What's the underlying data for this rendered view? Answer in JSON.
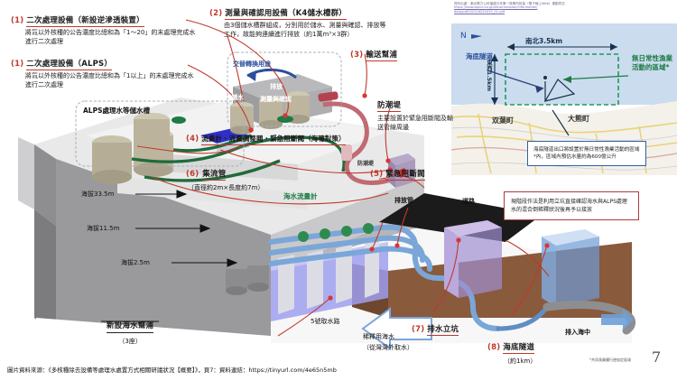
{
  "slide": {
    "page_number": "7",
    "footer": "圖片資料來源：《多核種除去設備等處理水處置方式相關研議狀況【概要】》，頁7：資料連結：https://tinyurl.com/4e65n5mb",
    "source_note_line1": "資料出處：東京電力公司福建日本第一核電所批量（電子線上Web）連動同志",
    "source_note_line2": "https://www.tepco.co.jp/decommission/information/",
    "source_note_line3": "data/pdf/2022/d220419_01.pdf"
  },
  "callouts": [
    {
      "id": "1a",
      "number": "(1)",
      "title": "二次處理設備（新設逆滲透裝置）",
      "body": "將氚以外核種的公告濃度比總和為「1～20」的末處理完成水進行二次處理"
    },
    {
      "id": "1b",
      "number": "(1)",
      "title": "二次處理設備（ALPS）",
      "body": "將氚以外核種的公告濃度比總和為「1以上」的末處理完成水進行二次處理"
    },
    {
      "id": "2",
      "number": "(2)",
      "title": "測量與確認用設備（K4儲水槽群）",
      "body": "由3個儲水槽群組成，分別用於儲水、測量與確認、排放等工作，故能夠連續進行排放（約1萬m³×3群）"
    },
    {
      "id": "3",
      "number": "(3)",
      "title": "輸送幫浦",
      "body": ""
    },
    {
      "id": "4",
      "number": "(4)",
      "title": "流量計・流量調整閥・緊急阻斷閥（海嘯對策）",
      "body": ""
    },
    {
      "id": "5",
      "number": "(5)",
      "title": "緊急阻斷閥",
      "body": ""
    },
    {
      "id": "6",
      "number": "(6)",
      "title": "集流管",
      "body": "（直徑約2m×長度約7m）"
    },
    {
      "id": "7",
      "number": "(7)",
      "title": "排水立坑",
      "body": ""
    },
    {
      "id": "8",
      "number": "(8)",
      "title": "海底隧道",
      "body": "（約1km）"
    }
  ],
  "diagram_labels": {
    "alps_tanks": "ALPS處理水等儲水槽",
    "swap_use": "交替轉換用途",
    "discharge": "排放",
    "storage": "儲水",
    "measure_confirm": "測量與確認",
    "seawall_title": "防潮堤",
    "seawall_body": "主要設置於緊急阻斷閥及輸送管線周邊",
    "seawall_small": "防潮堤",
    "discharge_pipe": "排放管",
    "road": "道路",
    "seawater_flowmeter": "海水流量計",
    "intake_no5": "5號取水路",
    "new_seawater_pump": "新設海水幫浦",
    "new_seawater_pump_sub": "（3座）",
    "dilution_seawater": "稀釋用海水",
    "dilution_seawater_sub": "（從灣灣外取水）",
    "into_sea": "排入海中",
    "elev_1": "海拔33.5m",
    "elev_2": "海拔11.5m",
    "elev_3": "海拔2.5m"
  },
  "map": {
    "north_icon": "N",
    "tunnel_label": "海底隧道",
    "dim_ns": "南北3.5km",
    "dim_ew": "東西1.5km",
    "zone_label": "無日常性漁業活動的區域*",
    "town_1": "双葉町",
    "town_2": "大熊町",
    "footnote": "*共同漁業權行使協定區域",
    "blue_box": "海底隧道出口將設置於無日常性漁業活動的區域*內，區域內預估水量約為600億公升"
  },
  "red_note": {
    "text": "現階段作法是利用立坑直接確認海水與ALPS處理水的混合倒稀釋狀況後再予以接放"
  },
  "colors": {
    "accent_red": "#c0392b",
    "note_border_red": "#b03a3a",
    "panel_blue": "#2f5fa8",
    "green_pipe": "#1f6b3a",
    "blue_pipe": "#6f9fd8",
    "map_sea": "#c9dcef",
    "zone_green": "#1f7a45"
  }
}
